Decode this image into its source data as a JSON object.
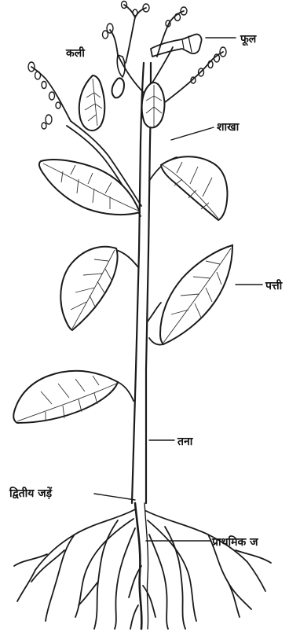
{
  "labels": {
    "flower": "फूल",
    "bud": "कली",
    "branch": "शाखा",
    "leaf": "पत्ती",
    "stem": "तना",
    "secondary_roots": "द्वितीय जड़ें",
    "primary_root": "प्राथमिक ज"
  }
}
